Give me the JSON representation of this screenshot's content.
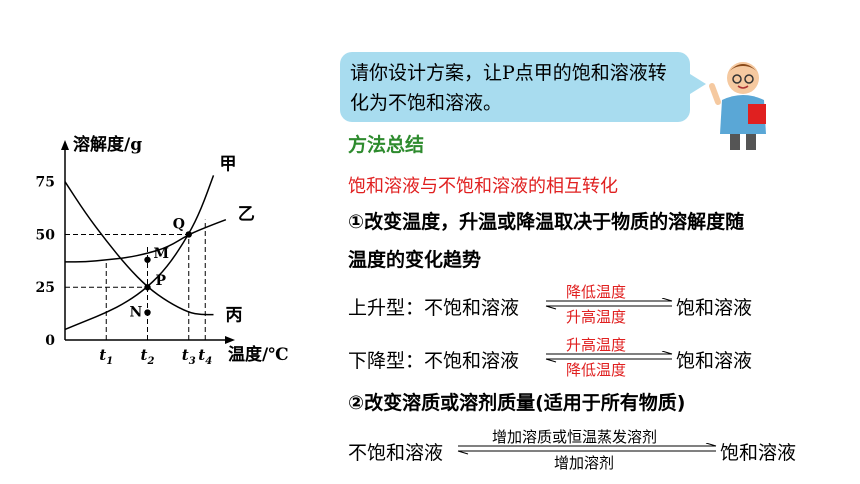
{
  "bubble_text": "请你设计方案，让P点甲的饱和溶液转化为不饱和溶液。",
  "method_title": "方法总结",
  "subtitle": "饱和溶液与不饱和溶液的相互转化",
  "point1": "①改变温度，升温或降温取决于物质的溶解度随温度的变化趋势",
  "point1_line1": "①改变温度，升温或降温取决于物质的溶解度随",
  "point1_line2": "温度的变化趋势",
  "rise": {
    "prefix": "上升型：不饱和溶液",
    "top": "降低温度",
    "bottom": "升高温度",
    "suffix": "饱和溶液"
  },
  "fall": {
    "prefix": "下降型：不饱和溶液",
    "top": "升高温度",
    "bottom": "降低温度",
    "suffix": "饱和溶液"
  },
  "point2": "②改变溶质或溶剂质量(适用于所有物质)",
  "solute": {
    "prefix": "不饱和溶液",
    "top": "增加溶质或恒温蒸发溶剂",
    "bottom": "增加溶剂",
    "suffix": "饱和溶液"
  },
  "colors": {
    "bubble": "#a8dcef",
    "green": "#2e8b2e",
    "red": "#e02020"
  },
  "chart_data": {
    "type": "line",
    "ylabel": "溶解度/g",
    "xlabel": "温度/℃",
    "yticks": [
      0,
      25,
      50,
      75
    ],
    "xticks": [
      "t1",
      "t2",
      "t3",
      "t4"
    ],
    "x_numeric": [
      1,
      2,
      3,
      3.4
    ],
    "xlim": [
      0,
      4
    ],
    "ylim": [
      0,
      90
    ],
    "series": [
      {
        "name": "甲",
        "x": [
          0,
          0.5,
          1,
          1.5,
          2,
          2.5,
          3,
          3.3,
          3.6
        ],
        "y": [
          5,
          9,
          13,
          18,
          25,
          35,
          50,
          62,
          78
        ]
      },
      {
        "name": "乙",
        "x": [
          0,
          0.5,
          1,
          1.5,
          2,
          2.5,
          3,
          3.5,
          3.9
        ],
        "y": [
          37,
          37,
          38,
          39,
          41,
          44,
          50,
          54,
          57
        ]
      },
      {
        "name": "丙",
        "x": [
          0,
          0.5,
          1,
          1.5,
          2,
          2.5,
          3,
          3.3,
          3.6
        ],
        "y": [
          75,
          60,
          47,
          35,
          25,
          18,
          13,
          12,
          12
        ]
      }
    ],
    "points": [
      {
        "label": "Q",
        "x": 3,
        "y": 50
      },
      {
        "label": "M",
        "x": 2,
        "y": 38
      },
      {
        "label": "P",
        "x": 2,
        "y": 25
      },
      {
        "label": "N",
        "x": 2,
        "y": 13
      }
    ]
  }
}
